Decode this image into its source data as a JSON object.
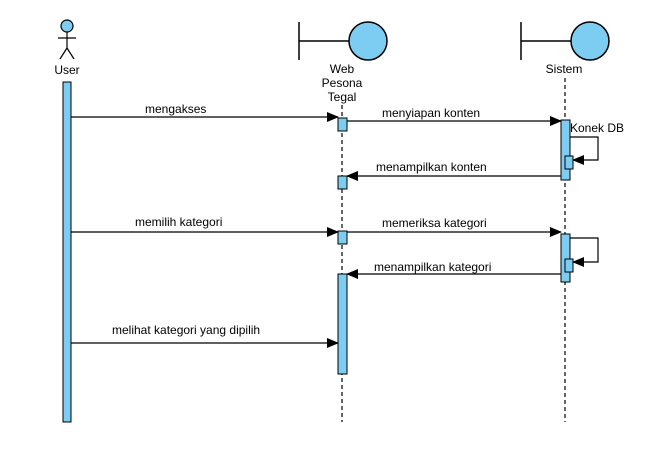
{
  "participants": {
    "user": {
      "label": "User"
    },
    "web": {
      "label_lines": [
        "Web",
        "Pesona",
        "Tegal"
      ]
    },
    "sistem": {
      "label": "Sistem"
    }
  },
  "messages": {
    "m1": "mengakses",
    "m2": "menyiapan konten",
    "m3": "Konek DB",
    "m4": "menampilkan konten",
    "m5": "memilih kategori",
    "m6": "memeriksa kategori",
    "m7": "menampilkan kategori",
    "m8": "melihat kategori yang dipilih"
  },
  "colors": {
    "activation": "#7dcdf2",
    "stroke": "#000000",
    "background": "#ffffff"
  }
}
